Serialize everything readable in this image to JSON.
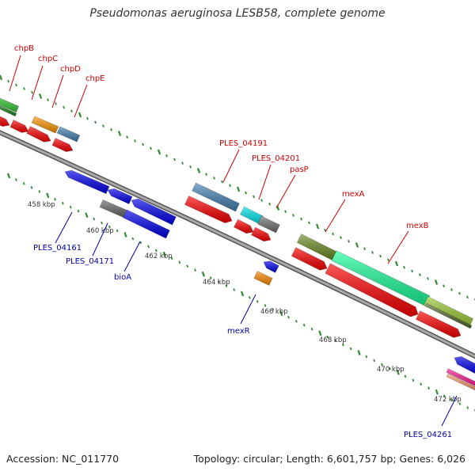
{
  "title": "Pseudomonas aeruginosa LESB58, complete genome",
  "footer": {
    "accession": "Accession: NC_011770",
    "summary": "Topology: circular; Length: 6,601,757 bp; Genes: 6,026"
  },
  "colors": {
    "backbone": "#8a8a8a",
    "tick": "#2e8b2e",
    "label_forward": "#cc0000",
    "label_reverse": "#0000aa",
    "cds": "#ff0000",
    "tick_label": "#333333"
  },
  "ruler": {
    "kbp_labels": [
      "458 kbp",
      "460 kbp",
      "462 kbp",
      "464 kbp",
      "466 kbp",
      "468 kbp",
      "470 kbp",
      "472 kbp"
    ]
  },
  "gene_labels_forward": [
    "chpB",
    "chpC",
    "chpD",
    "chpE",
    "PLES_04191",
    "PLES_04201",
    "pasP",
    "mexA",
    "mexB"
  ],
  "gene_labels_reverse": [
    "PLES_04161",
    "PLES_04171",
    "bioA",
    "mexR",
    "PLES_04261"
  ]
}
